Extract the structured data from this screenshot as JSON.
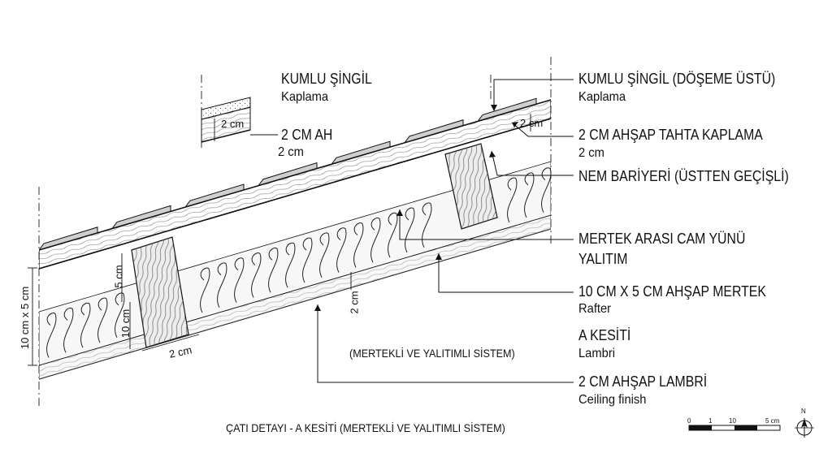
{
  "labels": {
    "top_left_title": "KUMLU ŞİNGİL",
    "top_left_sub": "Kaplama",
    "top_left_cut": "2 CM AH",
    "top_left_cut_sub": "2 cm",
    "shingle_title": "KUMLU ŞİNGİL (DÖŞEME ÜSTÜ)",
    "shingle_sub": "Kaplama",
    "board_title": "2 CM AHŞAP TAHTA KAPLAMA",
    "board_sub": "2 cm",
    "vapor": "NEM BARİYERİ (ÜSTTEN GEÇİŞLİ)",
    "insul_1": "MERTEK ARASI CAM YÜNÜ",
    "insul_2": "YALITIM",
    "rafter_title": "10 CM X 5 CM AHŞAP MERTEK",
    "rafter_sub": "Rafter",
    "section_title": "A KESİTİ",
    "section_sub": "Lambri",
    "lambri_title": "2 CM AHŞAP LAMBRİ",
    "lambri_sub": "Ceiling finish",
    "system_note": "(MERTEKLİ VE YALITIMLI SİSTEM)",
    "drawing_title": "ÇATI DETAYI - A KESİTİ (MERTEKLİ VE YALITIMLI SİSTEM)"
  },
  "dimensions": {
    "rafter_total": "10 cm x 5 cm",
    "rafter_height": "10 cm",
    "rafter_width": "5 cm",
    "board_left": "2 cm",
    "board_right": "2 cm",
    "gap": "2 cm",
    "lambri": "2 cm"
  },
  "scale_bar": {
    "ticks": [
      "0",
      "1",
      "10",
      "5 cm"
    ],
    "north": "N"
  },
  "colors": {
    "ink": "#111111",
    "wood_fill": "#ececec",
    "insulation_fill": "#f6f6f6",
    "shingle_fill": "#d8d8d8"
  }
}
